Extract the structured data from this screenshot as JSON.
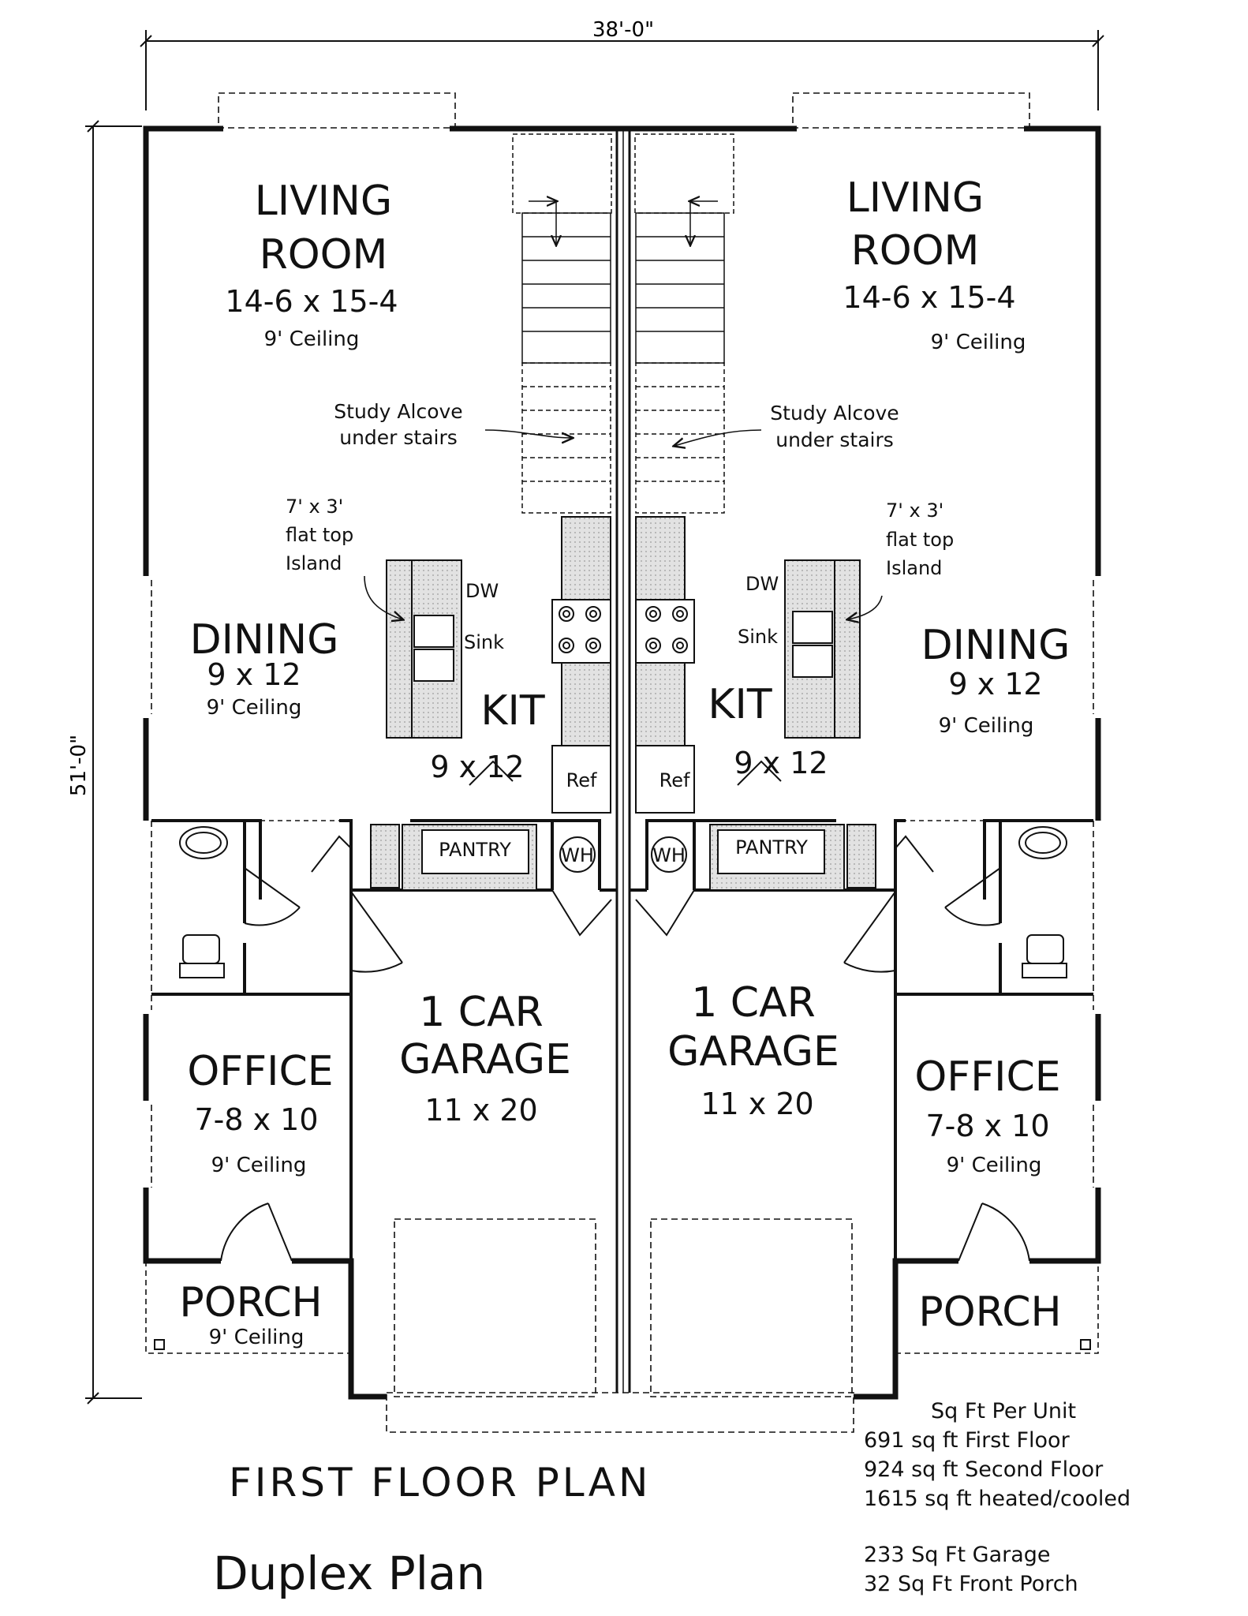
{
  "dims": {
    "overall_width": "38'-0\"",
    "overall_depth": "51'-0\""
  },
  "left_unit": {
    "living": {
      "name_line1": "LIVING",
      "name_line2": "ROOM",
      "size": "14-6 x 15-4",
      "ceiling": "9' Ceiling"
    },
    "study_note": {
      "line1": "Study Alcove",
      "line2": "under stairs"
    },
    "island_note": {
      "line1": "7' x 3'",
      "line2": "flat top",
      "line3": "Island"
    },
    "dining": {
      "name": "DINING",
      "size": "9 x 12",
      "ceiling": "9' Ceiling"
    },
    "kitchen": {
      "name": "KIT",
      "size": "9 x 12",
      "dw": "DW",
      "sink": "Sink",
      "ref": "Ref"
    },
    "pantry": "PANTRY",
    "wh": "WH",
    "garage": {
      "line1": "1 CAR",
      "line2": "GARAGE",
      "size": "11 x 20"
    },
    "office": {
      "name": "OFFICE",
      "size": "7-8 x 10",
      "ceiling": "9' Ceiling"
    },
    "porch": {
      "name": "PORCH",
      "ceiling": "9' Ceiling"
    }
  },
  "right_unit": {
    "living": {
      "name_line1": "LIVING",
      "name_line2": "ROOM",
      "size": "14-6 x 15-4",
      "ceiling": "9' Ceiling"
    },
    "study_note": {
      "line1": "Study Alcove",
      "line2": "under stairs"
    },
    "island_note": {
      "line1": "7' x 3'",
      "line2": "flat top",
      "line3": "Island"
    },
    "dining": {
      "name": "DINING",
      "size": "9 x 12",
      "ceiling": "9' Ceiling"
    },
    "kitchen": {
      "name": "KIT",
      "size": "9 x 12",
      "dw": "DW",
      "sink": "Sink",
      "ref": "Ref"
    },
    "pantry": "PANTRY",
    "wh": "WH",
    "garage": {
      "line1": "1 CAR",
      "line2": "GARAGE",
      "size": "11 x 20"
    },
    "office": {
      "name": "OFFICE",
      "size": "7-8 x 10",
      "ceiling": "9' Ceiling"
    },
    "porch": {
      "name": "PORCH"
    }
  },
  "captions": {
    "plan_title": "FIRST FLOOR PLAN",
    "plan_subtitle": "Duplex Plan"
  },
  "sqft": {
    "heading": "Sq Ft Per Unit",
    "first_floor": "691 sq ft First Floor",
    "second_floor": "924 sq ft Second Floor",
    "heated": "1615 sq ft heated/cooled",
    "garage": "233 Sq Ft Garage",
    "porch": "32 Sq Ft Front Porch"
  }
}
